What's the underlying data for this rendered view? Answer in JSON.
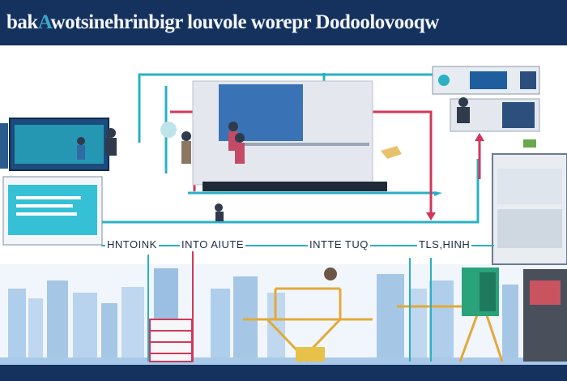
{
  "header": {
    "title_part1": "bak",
    "title_dash": "A",
    "title_part2": "wotsinehrinbigr louvole worepr Dodoolovooqw"
  },
  "labels": {
    "label_1": "HNTOINK",
    "label_2": "INTO AIUTE",
    "label_3": "INTTE TUQ",
    "label_4": "TLS,HINH"
  },
  "colors": {
    "header_bg": "#15325e",
    "flow_teal": "#2ab0c4",
    "flow_red": "#d2375a",
    "skyline": "#3a7fc1"
  }
}
